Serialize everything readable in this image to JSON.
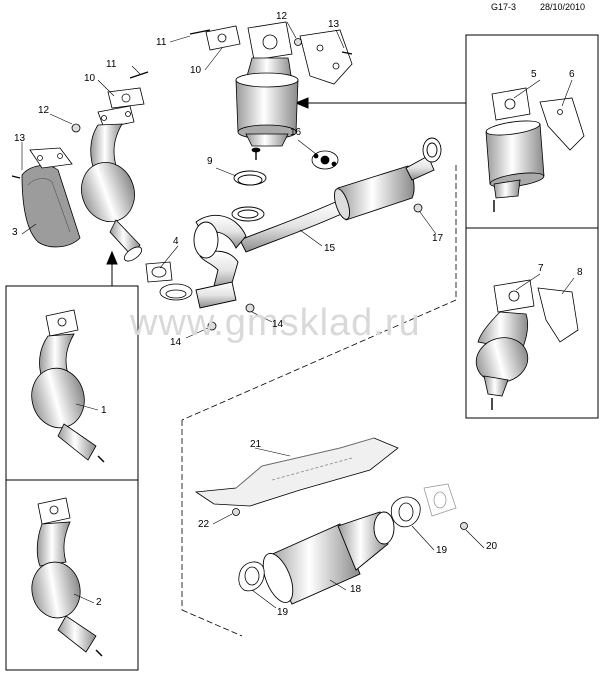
{
  "header": {
    "code": "G17-3",
    "date": "28/10/2010"
  },
  "watermark": "www.gmsklad.ru",
  "callouts": [
    "1",
    "2",
    "3",
    "4",
    "5",
    "6",
    "7",
    "8",
    "9",
    "10",
    "10",
    "11",
    "11",
    "12",
    "12",
    "13",
    "13",
    "14",
    "14",
    "15",
    "16",
    "17",
    "18",
    "19",
    "19",
    "20",
    "21",
    "22"
  ],
  "colors": {
    "line": "#000000",
    "shade": "#bdbdbd",
    "watermark": "#d9d9d9"
  }
}
